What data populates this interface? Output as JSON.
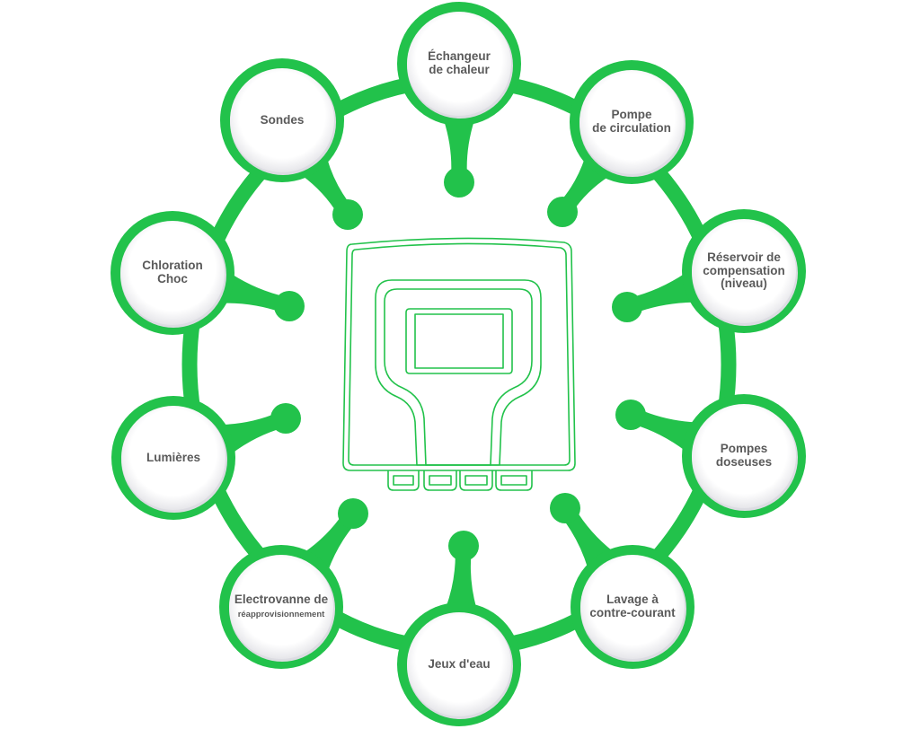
{
  "colors": {
    "ring": "#22c24b",
    "circle_fill": "#ffffff",
    "circle_shadow": "#d9d9df",
    "label_text": "#5a5a5a",
    "device_outline": "#22c24b"
  },
  "center": {
    "name": "pool-controller-device",
    "icon": "controller-device-icon"
  },
  "nodes": [
    {
      "id": "echangeur-de-chaleur",
      "label": "Échangeur\nde chaleur"
    },
    {
      "id": "pompe-de-circulation",
      "label": "Pompe\nde circulation"
    },
    {
      "id": "reservoir-de-compensation",
      "label": "Réservoir de\ncompensation\n(niveau)"
    },
    {
      "id": "pompes-doseuses",
      "label": "Pompes\ndoseuses"
    },
    {
      "id": "lavage-a-contre-courant",
      "label": "Lavage à\ncontre-courant"
    },
    {
      "id": "jeux-d-eau",
      "label": "Jeux d'eau"
    },
    {
      "id": "electrovanne-de-reapprovisionnement",
      "label": "Electrovanne de",
      "label_tail": "réapprovisionnement"
    },
    {
      "id": "lumieres",
      "label": "Lumières"
    },
    {
      "id": "chloration-choc",
      "label": "Chloration\nChoc"
    },
    {
      "id": "sondes",
      "label": "Sondes"
    }
  ]
}
